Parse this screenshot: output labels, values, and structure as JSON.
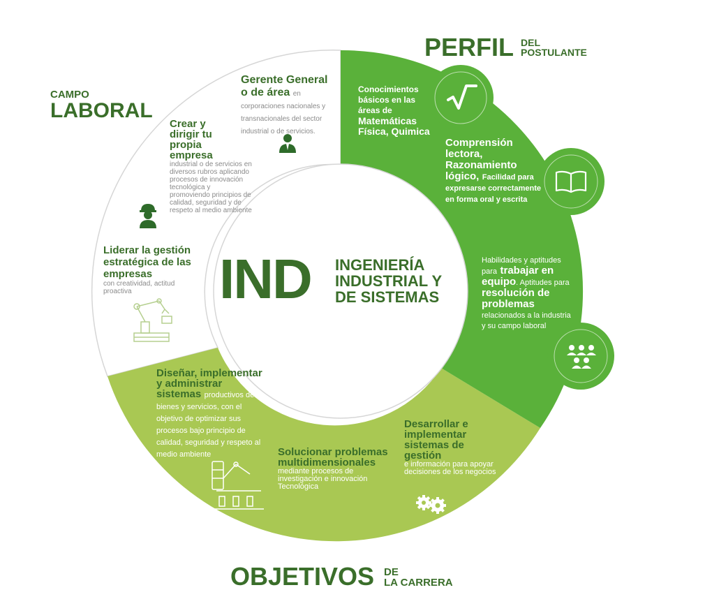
{
  "colors": {
    "accent_dark": "#3a6e2a",
    "ring_green": "#5ab13a",
    "ring_light": "#a9c853",
    "text_gray": "#8a8a8a"
  },
  "center": {
    "abbr": "IND",
    "line1": "INGENIERÍA",
    "line2": "INDUSTRIAL Y",
    "line3": "DE SISTEMAS"
  },
  "headers": {
    "perfil_big": "PERFIL",
    "perfil_small1": "DEL",
    "perfil_small2": "POSTULANTE",
    "campo_small": "CAMPO",
    "campo_big": "LABORAL",
    "objetivos_big": "OBJETIVOS",
    "objetivos_small1": "DE",
    "objetivos_small2": "LA CARRERA"
  },
  "campo": {
    "gerente_title": "Gerente General o de área",
    "gerente_desc": "en corporaciones nacionales y transnacionales del sector industrial o de servicios.",
    "crear_title": "Crear y dirigir tu propia empresa",
    "crear_desc": "industrial o de servicios en diversos rubros aplicando procesos de innovación tecnológica y promoviendo principios de calidad, seguridad y de respeto al medio ambiente",
    "liderar_title": "Liderar la gestión estratégica de las empresas",
    "liderar_desc": "con creatividad, actitud proactiva"
  },
  "perfil": {
    "conoc_a": "Conocimientos básicos en las áreas de",
    "conoc_b": "Matemáticas Física, Quimica",
    "compr_a": "Comprensión lectora, Razonamiento lógico,",
    "compr_b": "Facilidad para expresarse correctamente en forma oral y escrita",
    "hab_1": "Habilidades y aptitudes para",
    "hab_2": "trabajar en equipo",
    "hab_3": ". Aptitudes para",
    "hab_4": "resolución de problemas",
    "hab_5": "relacionados a la industria y su campo laboral"
  },
  "objetivos": {
    "disenar_title": "Diseñar, implementar y administrar sistemas",
    "disenar_desc": "productivos de bienes y servicios, con el objetivo de optimizar sus procesos bajo principio de calidad, seguridad y respeto al medio ambiente",
    "solucionar_title": "Solucionar problemas multidimensionales",
    "solucionar_desc": "mediante procesos de investigación e innovación Tecnológica",
    "desarrollar_title": "Desarrollar e implementar sistemas de gestión",
    "desarrollar_desc": "e información para apoyar decisiones de los negocios"
  },
  "icons": [
    "sqrt-icon",
    "book-icon",
    "group-icon",
    "manager-icon",
    "worker-icon",
    "robot-arm-icon",
    "robot-factory-icon",
    "gears-icon"
  ]
}
